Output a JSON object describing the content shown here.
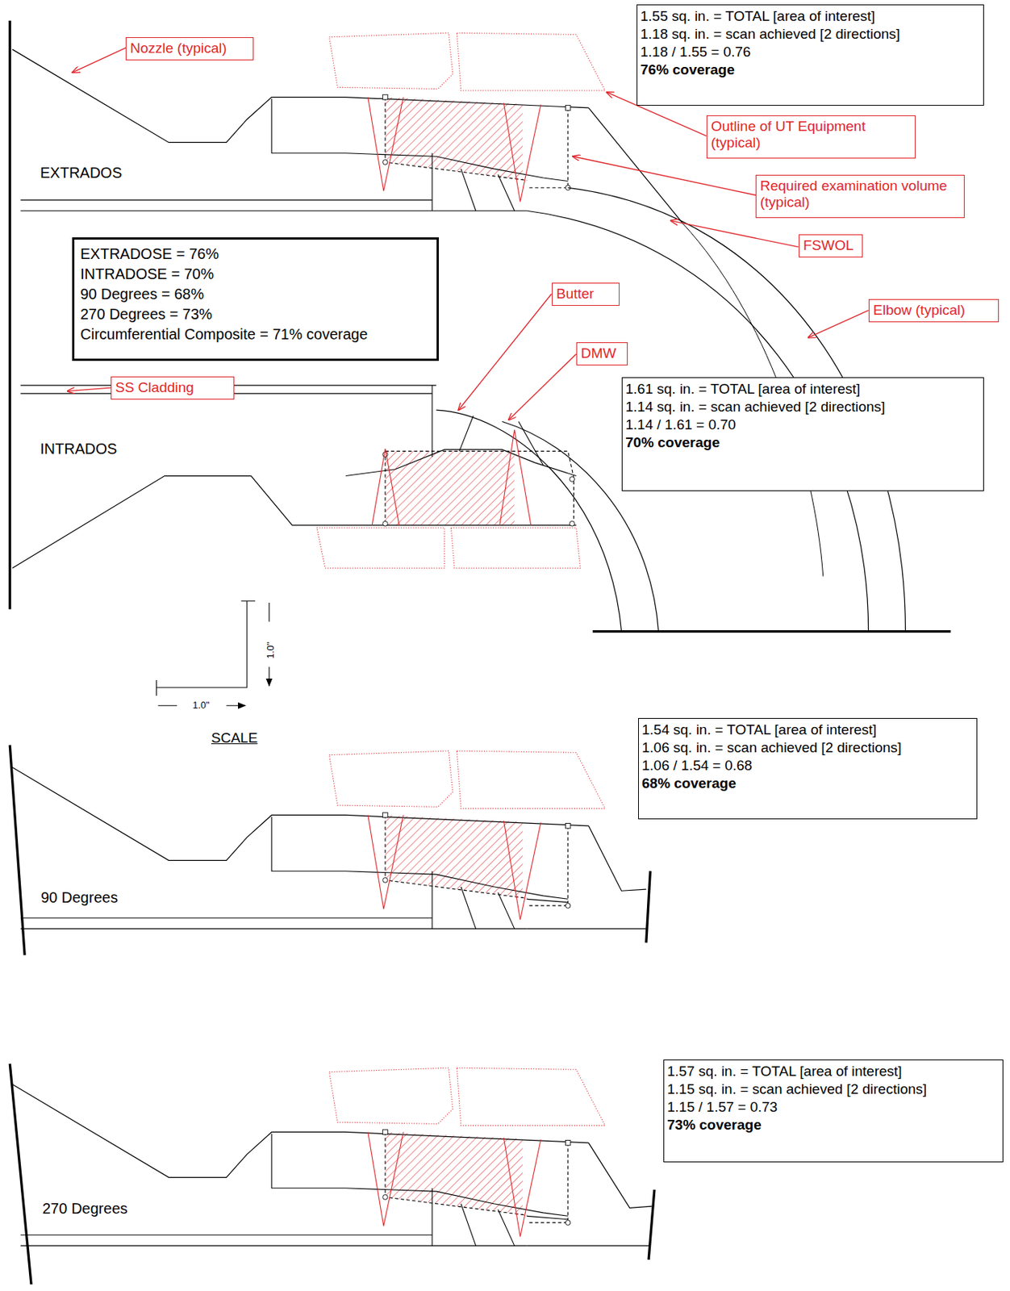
{
  "diagram": {
    "nodes": [
      {
        "text": [
          "1.55 sq. in. = TOTAL [area of interest]",
          "1.18 sq. in. = scan achieved [2 directions]",
          "1.18 / 1.55 = 0.76",
          "76% coverage"
        ]
      },
      {
        "text": [
          "Nozzle (typical)"
        ]
      },
      {
        "text": [
          "Outline of UT Equipment (typical)"
        ]
      },
      {
        "text": [
          "Required examination volume (typical)"
        ]
      },
      {
        "text": [
          "FSWOL"
        ]
      },
      {
        "text": [
          "EXTRADOSE = 76%",
          "INTRADOSE = 70%",
          "90 Degrees = 68%",
          "270 Degrees = 73%",
          "Circumferential Composite = 71% coverage"
        ]
      },
      {
        "text": [
          "Butter"
        ]
      },
      {
        "text": [
          "Elbow (typical)"
        ]
      },
      {
        "text": [
          "DMW"
        ]
      },
      {
        "text": [
          "SS Cladding"
        ]
      },
      {
        "text": [
          "1.61 sq. in. = TOTAL [area of interest]",
          "1.14 sq. in. = scan achieved [2 directions]",
          "1.14 / 1.61 = 0.70",
          "70% coverage"
        ]
      },
      {
        "text": [
          "1.54 sq. in. = TOTAL [area of interest]",
          "1.06 sq. in. = scan achieved [2 directions]",
          "1.06 / 1.54 = 0.68",
          "68% coverage"
        ]
      },
      {
        "text": [
          "1.57 sq. in. = TOTAL [area of interest]",
          "1.15 sq. in. = scan achieved [2 directions]",
          "1.15 / 1.57 = 0.73",
          "73% coverage"
        ]
      }
    ],
    "labels": [
      "EXTRADOS",
      "INTRADOS",
      "1.0\"",
      "1.0\"",
      "SCALE",
      "90 Degrees",
      "270 Degrees"
    ]
  }
}
